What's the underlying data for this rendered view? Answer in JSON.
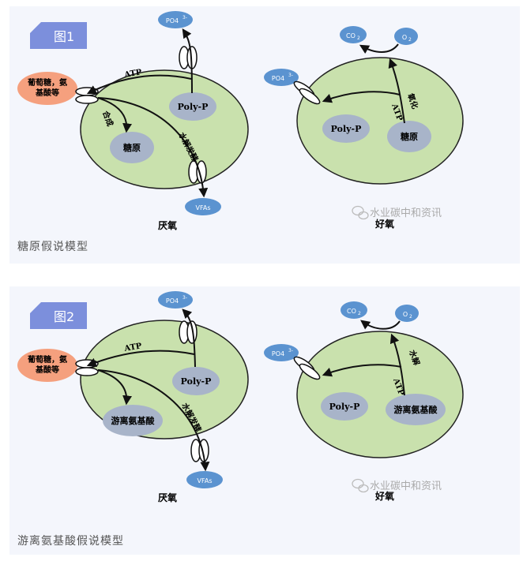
{
  "colors": {
    "cell": "#c9e1ad",
    "granule": "#a8b4c9",
    "ion": "#5b93d0",
    "input": "#f5a07e",
    "badge": "#7c8fdc",
    "panel": "#f4f6fc"
  },
  "icons": [
    "arrow-icon",
    "transporter-icon",
    "wechat-icon"
  ],
  "figures": [
    {
      "badge": "图1",
      "caption": "糖原假说模型",
      "anaerobic_label": "厌氧",
      "aerobic_label": "好氧",
      "input": "葡萄糖，氨基酸等",
      "input_line1": "葡萄糖，氨",
      "input_line2": "基酸等",
      "po4": "PO4",
      "po4_sup": "3-",
      "vfas": "VFAs",
      "co2": "CO",
      "co2_sub": "2",
      "o2": "O",
      "o2_sub": "2",
      "atp": "ATP",
      "polyp": "Poly-P",
      "storage_left": "糖原",
      "storage_right": "糖原",
      "synth_label": "合成",
      "hydro_label": "水解发酵",
      "aerobic_process": "氧化",
      "watermark": "水业碳中和资讯"
    },
    {
      "badge": "图2",
      "caption": "游离氨基酸假说模型",
      "anaerobic_label": "厌氧",
      "aerobic_label": "好氧",
      "input": "葡萄糖，氨基酸等",
      "input_line1": "葡萄糖，氨",
      "input_line2": "基酸等",
      "po4": "PO4",
      "po4_sup": "3-",
      "vfas": "VFAs",
      "co2": "CO",
      "co2_sub": "2",
      "o2": "O",
      "o2_sub": "2",
      "atp": "ATP",
      "polyp": "Poly-P",
      "storage_left": "游离氨基酸",
      "storage_right": "游离氨基酸",
      "synth_label": "",
      "hydro_label": "水解发酵",
      "aerobic_process": "水解",
      "watermark": "水业碳中和资讯"
    }
  ]
}
